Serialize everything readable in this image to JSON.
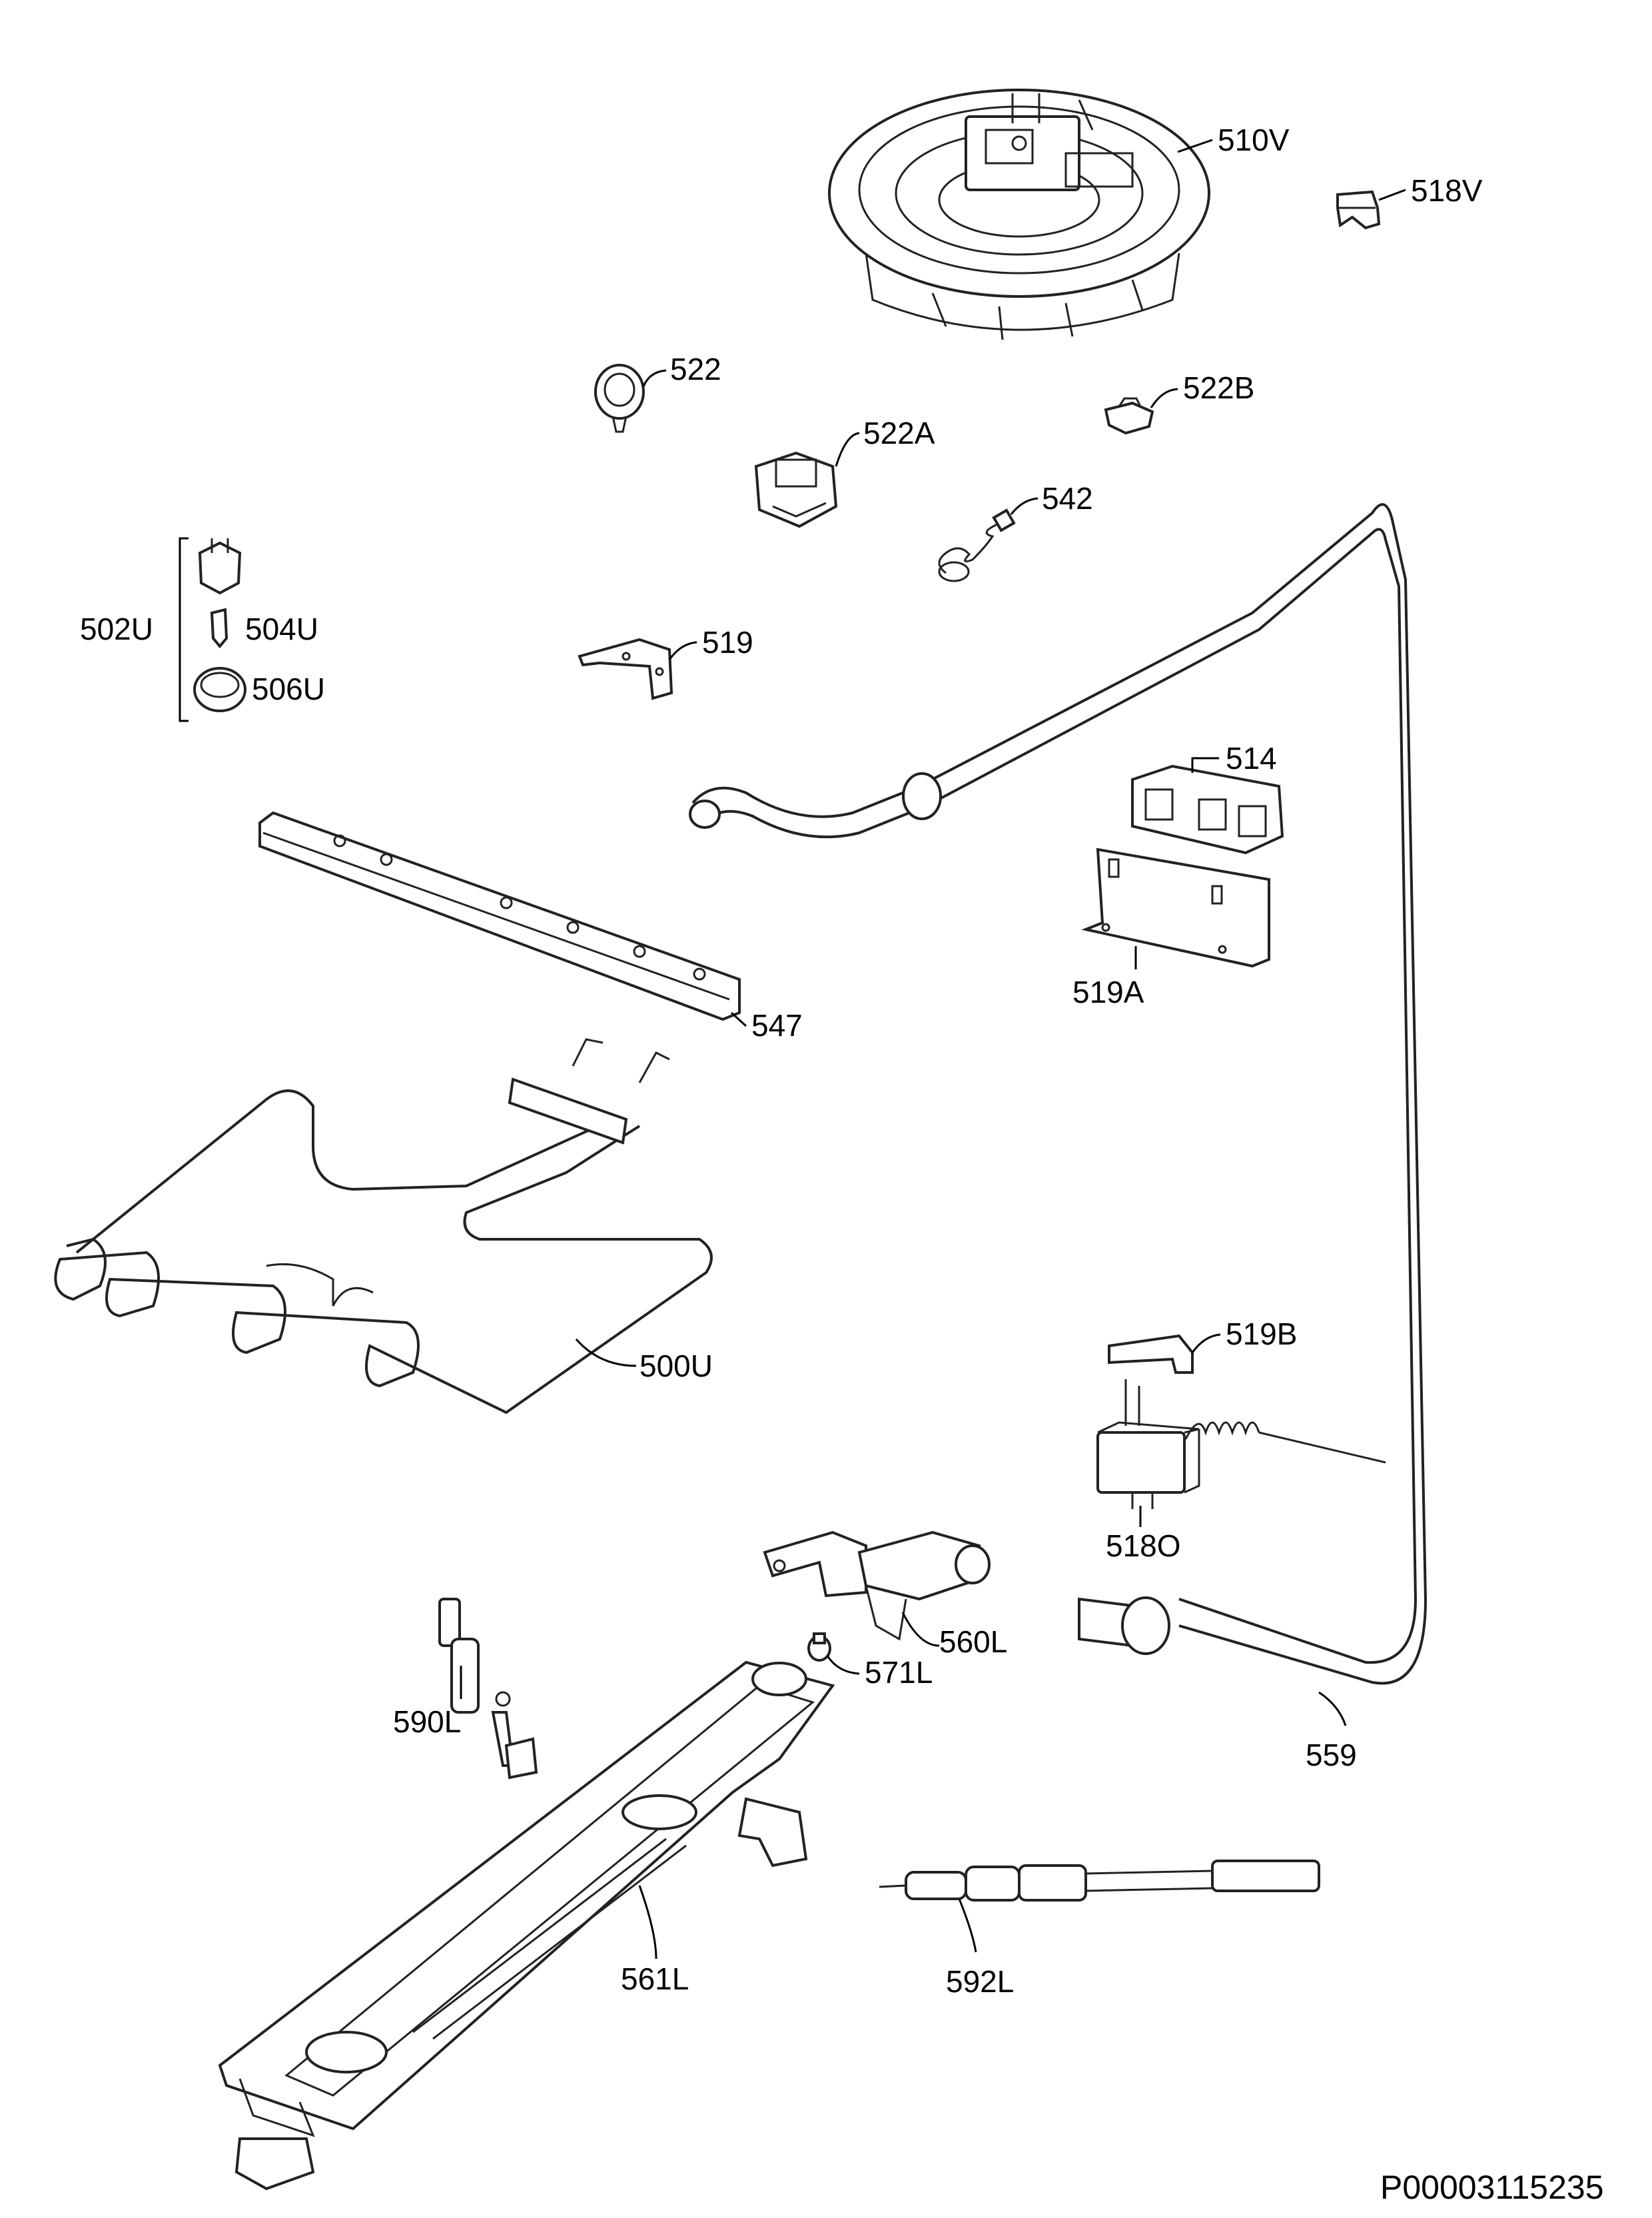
{
  "reference_code": "P00003115235",
  "parts": [
    {
      "id": "fan_motor",
      "label": "510V"
    },
    {
      "id": "fan_clip",
      "label": "518V"
    },
    {
      "id": "lamp_holder",
      "label": "522"
    },
    {
      "id": "lamp_socket_b",
      "label": "522B"
    },
    {
      "id": "lamp_socket_a",
      "label": "522A"
    },
    {
      "id": "spring",
      "label": "542"
    },
    {
      "id": "lamp_group",
      "label": "502U"
    },
    {
      "id": "lamp_bulb",
      "label": "504U"
    },
    {
      "id": "lamp_cover",
      "label": "506U"
    },
    {
      "id": "bracket_519",
      "label": "519"
    },
    {
      "id": "terminal_block",
      "label": "514"
    },
    {
      "id": "bracket_519a",
      "label": "519A"
    },
    {
      "id": "rail",
      "label": "547"
    },
    {
      "id": "grill_element",
      "label": "500U"
    },
    {
      "id": "bracket_519b",
      "label": "519B"
    },
    {
      "id": "thermostat",
      "label": "518O"
    },
    {
      "id": "valve",
      "label": "559"
    },
    {
      "id": "injector",
      "label": "560L"
    },
    {
      "id": "gas_pipe",
      "label": "571L"
    },
    {
      "id": "thermocouple",
      "label": "590L"
    },
    {
      "id": "burner",
      "label": "561L"
    },
    {
      "id": "igniter",
      "label": "592L"
    }
  ]
}
